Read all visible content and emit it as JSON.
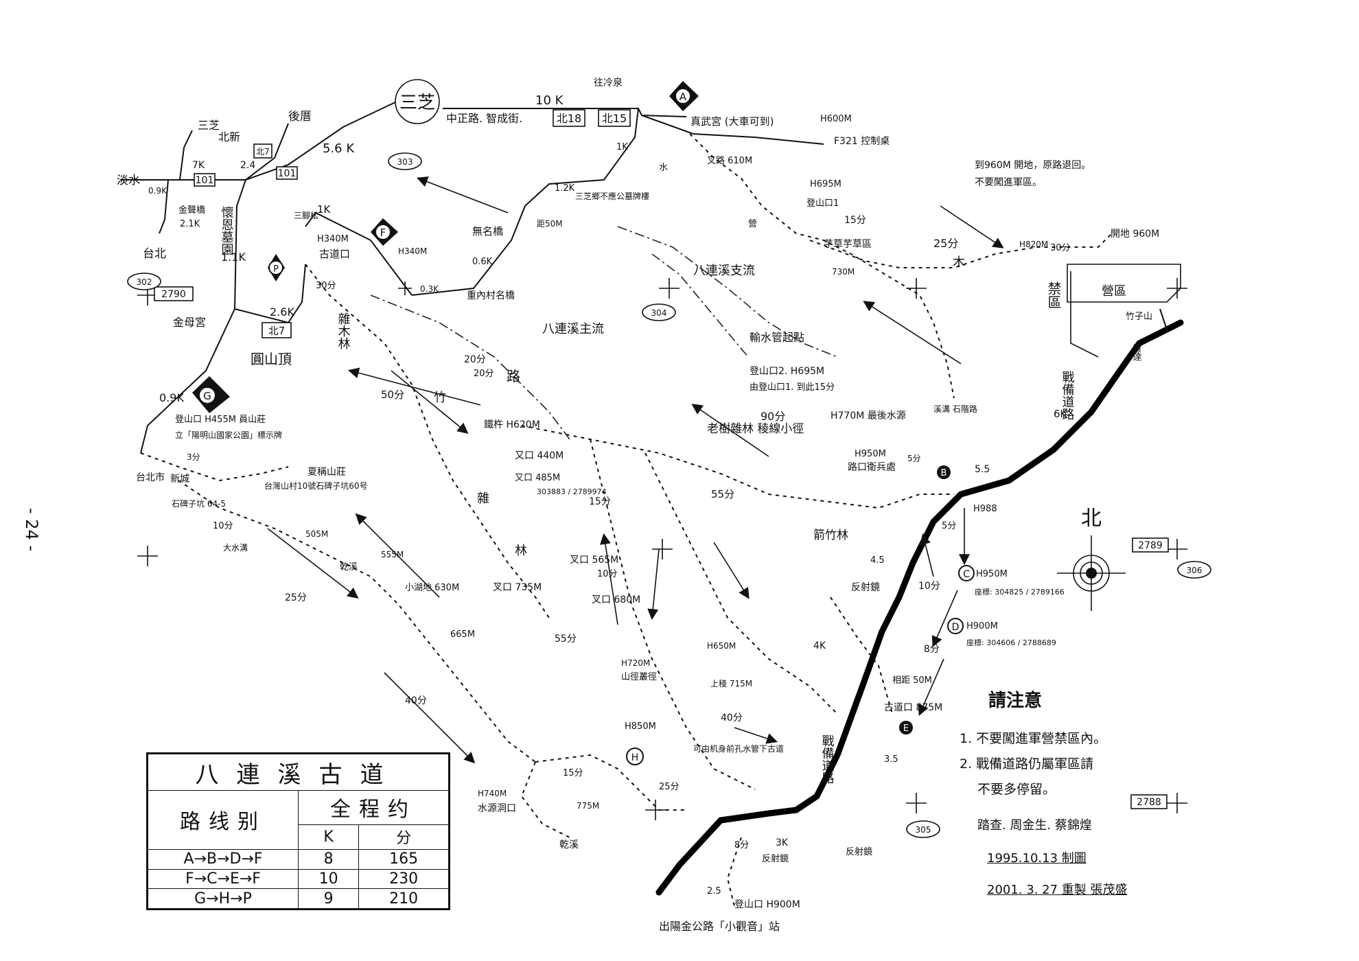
{
  "page_number": "- 24 -",
  "map": {
    "sanzhi": "三芝",
    "danshui": "淡水",
    "sanzhi_small": "三芝",
    "beixin": "北新",
    "houcuo": "後厝",
    "taipei_top": "台北",
    "huaien": "懷恩墓園",
    "yuanshanding": "圓山頂",
    "jinmugong": "金母宮",
    "zhongzheng_road": "中正路. 智成街.",
    "tapo": "往冷泉",
    "dist_10k": "10 K",
    "dist_56k": "5.6 K",
    "dist_7k": "7K",
    "dist_24": "2.4",
    "dist_11k": "1.1K",
    "dist_26k": "2.6K",
    "dist_09k": "0.9K",
    "dist_1k": "1K",
    "dist_09k_b": "0.9K",
    "dist_21k": "2.1K",
    "jinsheng": "金聲橋",
    "route_101a": "101",
    "route_101b": "101",
    "route_bei18": "北18",
    "route_bei15": "北15",
    "route_bei7a": "北7",
    "route_bei7b": "北7",
    "grid_2790": "2790",
    "grid_302": "302",
    "grid_303": "303",
    "grid_304": "304",
    "grid_305": "305",
    "grid_306": "306",
    "grid_2789": "2789",
    "grid_2788": "2788",
    "bualian_main": "八連溪主流",
    "bualian_branch": "八連溪支流",
    "wuming_bridge": "無名橋",
    "chongnei_bridge": "重內村名橋",
    "guxian": "古道口",
    "h340": "H340M",
    "h340b": "H340M",
    "sanjiaoyi": "三腳松",
    "h600": "H600M",
    "f321": "F321 控制桌",
    "zhenwu": "真武宮 (大車可到)",
    "road610": "叉路 610M",
    "h695": "H695M",
    "denglu1": "登山口1",
    "min15": "15分",
    "maograss": "芋草芋草區",
    "h730": "730M",
    "min25": "25分",
    "wood": "木",
    "h820": "H820M",
    "min30": "30分",
    "kaidi": "開地 960M",
    "note960": "到960M 開地，原路退回。",
    "note_no_enter": "不要闖進軍區。",
    "military": "營區",
    "jiegu": "禁區",
    "zhuzishan": "竹子山",
    "leida": "雷達",
    "zhanbei": "戰備道路",
    "zhanbei2": "戰備道路",
    "k6": "6K",
    "k55": "5.5",
    "h988": "H988",
    "h770": "H770M 最後水源",
    "h950": "H950M",
    "lukou": "路口衛兵處",
    "h950c": "H950M",
    "c_coord": "座標: 304825 / 2789166",
    "h900d": "H900M",
    "d_coord": "座標: 304606 / 2788689",
    "k45": "4.5",
    "k4": "4K",
    "k35": "3.5",
    "k3": "3K",
    "k25": "2.5",
    "fanshejing": "反射鏡",
    "fanshejing2": "反射鏡",
    "fanshejing3": "反射鏡",
    "h875": "古道口 875M",
    "xiangju": "相距 50M",
    "min8": "8分",
    "min10": "10分",
    "min5": "5分",
    "shuiguan": "輸水管起點",
    "denglu2": "登山口2. H695M",
    "denglu2b": "由登山口1. 到此15分",
    "mingxi": "溪溝 石階路",
    "min90": "90分",
    "laoshu": "老樹雜林 稜線小徑",
    "min20": "20分",
    "min50": "50分",
    "min55": "55分",
    "min15b": "15分",
    "min10b": "10分",
    "min55b": "55分",
    "min40": "40分",
    "min40b": "40分",
    "min25b": "25分",
    "min10c": "10分",
    "min15c": "15分",
    "min25c": "25分",
    "min8b": "8分",
    "min5b": "5分",
    "min3": "3分",
    "tiejiu": "鐵杵 H620M",
    "h640": "又口 440M",
    "h685": "又口 485M",
    "coord_303": "303883 / 2789974",
    "h565": "叉口 565M",
    "h735": "叉口 735M",
    "h680": "叉口 680M",
    "h630": "小湖地 630M",
    "h665": "665M",
    "h720": "H720M",
    "shanjing": "山徑叢徑",
    "h715": "上稜 715M",
    "h650": "H650M",
    "h850": "H850M",
    "h740": "H740M",
    "shuiyuan": "水源洞口",
    "h775": "775M",
    "ganxi": "乾溪",
    "ganxi2": "乾溪",
    "youji": "可由机身前孔水管下古道",
    "kaoji": "夏稱山莊",
    "xueshan": "台灣山村10號石碑子坑60号",
    "taipei": "台北市",
    "xicheng": "新城",
    "shiqiao": "石碑子坑 64-5",
    "dashui": "大水溝",
    "h505": "505M",
    "h555": "555M",
    "denglu_g": "登山口 H455M 員山莊",
    "yangming": "立「陽明山國家公園」標示牌",
    "za": "雜",
    "lin": "林",
    "zhu": "竹",
    "jianzhu": "箭竹林",
    "zamulin": "雜木林",
    "h900_bottom": "登山口 H900M",
    "bus": "出陽金公路「小觀音」站",
    "min20b": "20分",
    "lu": "路",
    "shui": "水",
    "ying": "營",
    "k1k": "1K",
    "k12": "1.2K",
    "k06": "0.6K",
    "k03": "0.3K",
    "ju50": "距50M",
    "sanzhi_sign": "三芝鄉不應公墓牌樓",
    "min30b": "30分"
  },
  "legend": {
    "title": "八連溪古道",
    "col_route": "路线别",
    "col_total": "全程约",
    "col_k": "K",
    "col_min": "分",
    "rows": [
      {
        "route": "A→B→D→F",
        "k": "8",
        "min": "165"
      },
      {
        "route": "F→C→E→F",
        "k": "10",
        "min": "230"
      },
      {
        "route": "G→H→P",
        "k": "9",
        "min": "210"
      }
    ]
  },
  "notes": {
    "heading": "請注意",
    "item1": "1. 不要闖進軍營禁區內。",
    "item2": "2. 戰備道路仍屬軍區請",
    "item2b": "不要多停留。",
    "credit": "踏查. 周金生. 蔡錦煌",
    "date1": "1995.10.13 制圖",
    "date2": "2001. 3. 27 重製 張茂盛"
  },
  "markers": {
    "A": "A",
    "B": "B",
    "C": "C",
    "D": "D",
    "E": "E",
    "F": "F",
    "G": "G",
    "H": "H",
    "P": "P"
  },
  "north": "北"
}
